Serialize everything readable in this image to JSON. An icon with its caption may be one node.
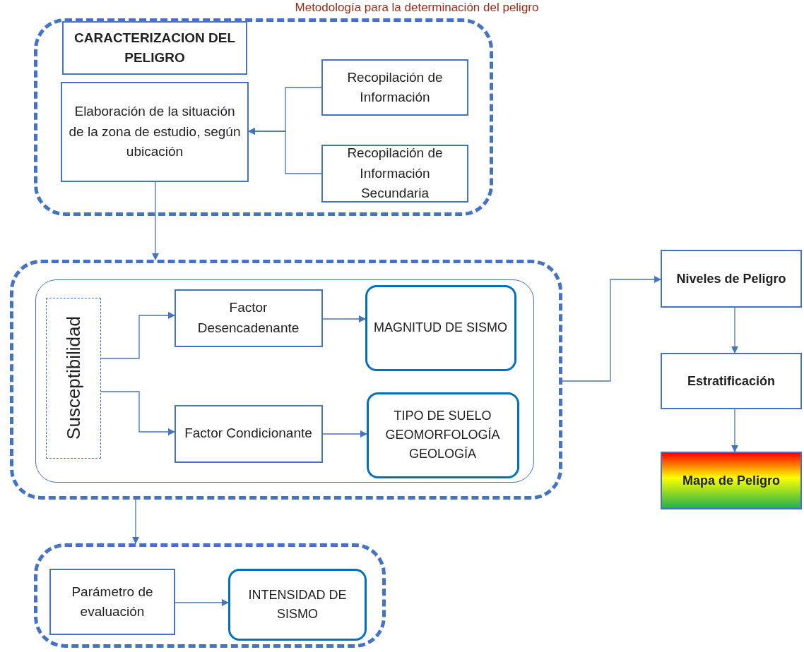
{
  "diagram": {
    "title": "Metodología para la determinación del peligro",
    "nodes": [
      {
        "text": [],
        "shape": "box"
      },
      {
        "text": [
          "CARACTERIZACION DEL PELIGRO"
        ],
        "in": 0
      },
      {
        "text": [
          "Elaboración de la situación de la zona de estudio, según ubicación"
        ],
        "in": 0
      },
      {
        "text": [
          "Recopilación de Información"
        ],
        "in": 0
      },
      {
        "text": [
          "Recopilación de Información Secundaria"
        ],
        "in": 0
      },
      {
        "text": [],
        "shape": "box"
      },
      {
        "text": [],
        "shape": "box",
        "in": 5
      },
      {
        "text": [
          "Susceptibilidad"
        ],
        "in": 6
      },
      {
        "text": [
          "Factor Desencadenante"
        ],
        "in": 6
      },
      {
        "text": [
          "MAGNITUD DE SISMO"
        ],
        "in": 6
      },
      {
        "text": [
          "Factor Condicionante"
        ],
        "in": 6
      },
      {
        "text": [
          "TIPO DE SUELO GEOMORFOLOGÍA GEOLOGÍA"
        ],
        "in": 6
      },
      {
        "text": [
          "Niveles de Peligro"
        ]
      },
      {
        "text": [
          "Estratificación"
        ]
      },
      {
        "text": [
          "Mapa de Peligro"
        ]
      },
      {
        "text": [],
        "shape": "box"
      },
      {
        "text": [
          "Parámetro de evaluación"
        ],
        "in": 15
      },
      {
        "text": [
          "INTENSIDAD DE SISMO"
        ],
        "in": 15
      }
    ],
    "edges": [
      {
        "from": 3,
        "to": 2,
        "arrow": "to"
      },
      {
        "from": 4,
        "to": 2,
        "arrow": "to"
      },
      {
        "from": 2,
        "to": 5,
        "arrow": "to"
      },
      {
        "from": 7,
        "to": 8,
        "arrow": "to"
      },
      {
        "from": 7,
        "to": 10,
        "arrow": "to"
      },
      {
        "from": 8,
        "to": 9,
        "arrow": "to"
      },
      {
        "from": 10,
        "to": 11,
        "arrow": "to"
      },
      {
        "from": 5,
        "to": 12,
        "arrow": "to"
      },
      {
        "from": 12,
        "to": 13,
        "arrow": "to"
      },
      {
        "from": 13,
        "to": 14,
        "arrow": "to"
      },
      {
        "from": 5,
        "to": 15,
        "arrow": "to"
      },
      {
        "from": 16,
        "to": 17,
        "arrow": "to"
      }
    ]
  }
}
